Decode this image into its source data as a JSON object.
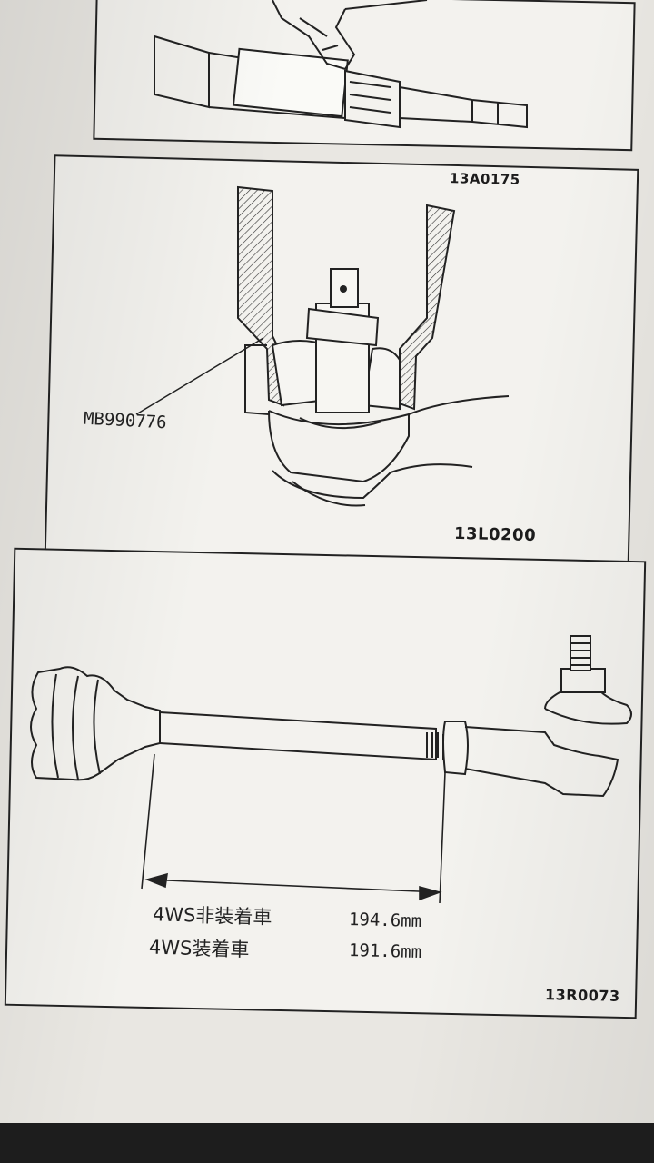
{
  "figures": [
    {
      "id": "13A0175"
    },
    {
      "id": "13L0200",
      "tool_label": "MB990776"
    },
    {
      "id": "13R0073",
      "specs": [
        {
          "label": "4WS非装着車",
          "value": "194.6mm"
        },
        {
          "label": "4WS装着車",
          "value": "191.6mm"
        }
      ]
    }
  ]
}
